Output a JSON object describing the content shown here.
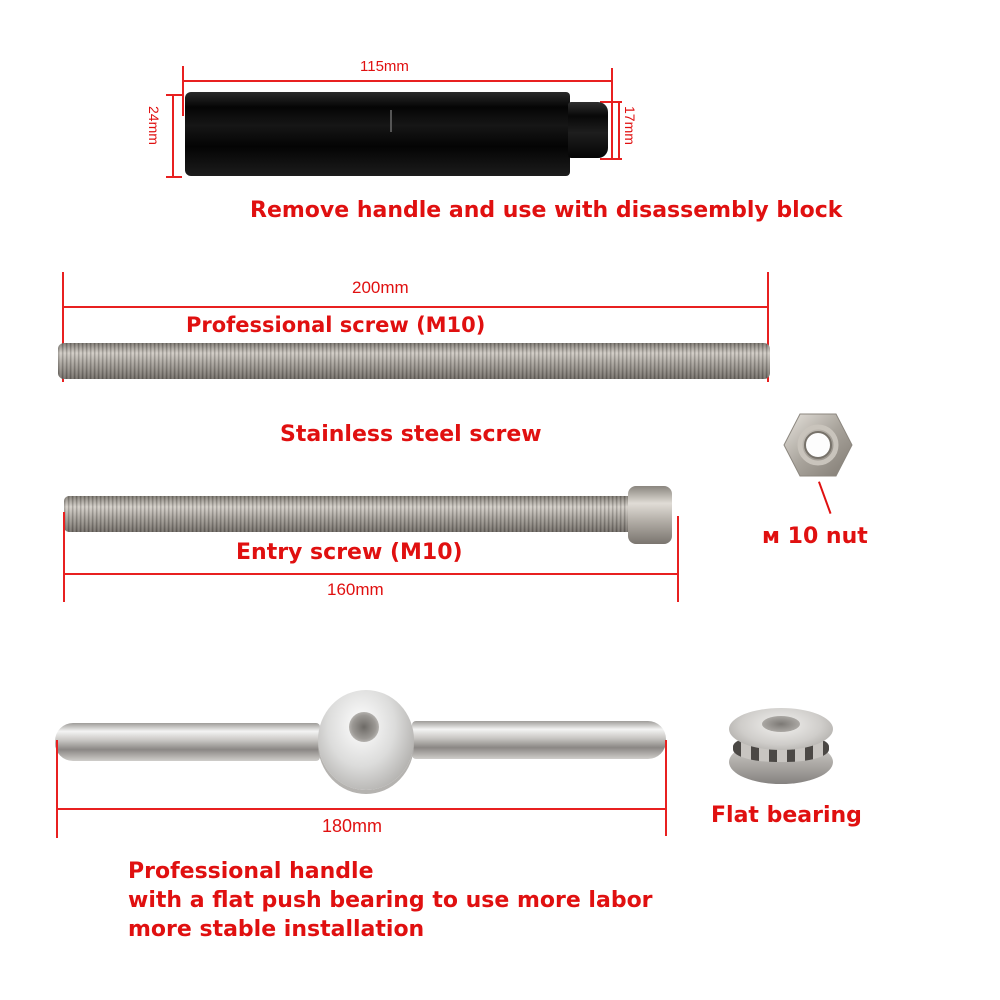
{
  "parts": {
    "extension_tube": {
      "length_label": "115mm",
      "diameter_large_label": "24mm",
      "diameter_small_label": "17mm",
      "caption": "Remove handle and use with disassembly block",
      "color": "#0b0b0b"
    },
    "professional_screw": {
      "length_label": "200mm",
      "caption": "Professional screw (M10)"
    },
    "stainless_caption": "Stainless steel screw",
    "entry_screw": {
      "caption": "Entry screw (M10)",
      "length_label": "160mm"
    },
    "nut": {
      "caption": "м 10 nut"
    },
    "handle": {
      "length_label": "180mm"
    },
    "bearing": {
      "caption": "Flat bearing"
    },
    "handle_description": {
      "line1": "Professional handle",
      "line2": "with a flat push bearing to use more labor",
      "line3": "more stable installation"
    }
  },
  "colors": {
    "annotation_red": "#e01010",
    "steel": "#b8b8b8",
    "background": "#ffffff"
  }
}
